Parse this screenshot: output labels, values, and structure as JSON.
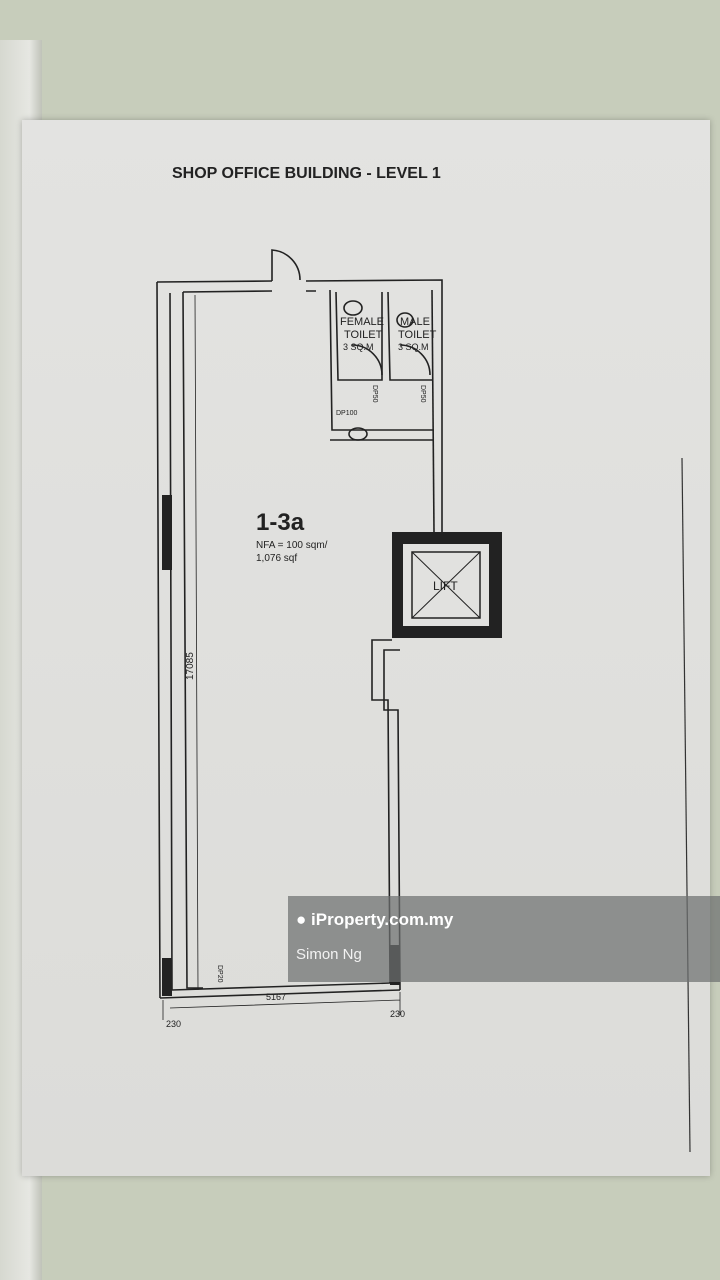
{
  "title": "SHOP OFFICE BUILDING - LEVEL 1",
  "unit": {
    "id": "1-3a",
    "nfa_line1": "NFA = 100 sqm/",
    "nfa_line2": "1,076 sqf"
  },
  "rooms": {
    "female_toilet": {
      "name1": "FEMALE",
      "name2": "TOILET",
      "area": "3 SQ.M"
    },
    "male_toilet": {
      "name1": "MALE",
      "name2": "TOILET",
      "area": "3 SQ.M"
    },
    "lift": "LIFT"
  },
  "pipes": {
    "dp50a": "DP50",
    "dp50b": "DP50",
    "dp100": "DP100",
    "dp20": "DP20"
  },
  "dimensions": {
    "length": "17085",
    "width": "5167",
    "wall_left": "230",
    "wall_right": "230"
  },
  "watermark": {
    "brand": "iProperty.com.my",
    "agent": "Simon Ng",
    "icon": "location-pin-icon"
  }
}
